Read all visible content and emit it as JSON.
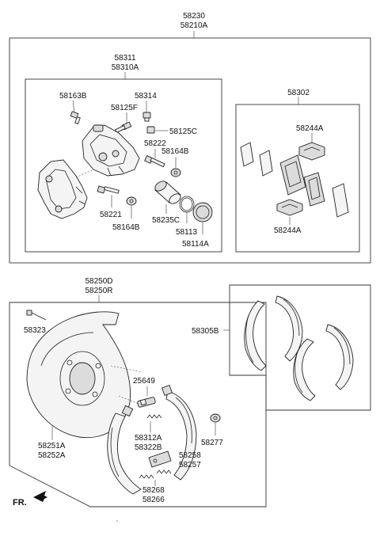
{
  "labels": {
    "assembly_top_1": "58230",
    "assembly_top_2": "58210A",
    "caliper_1": "58311",
    "caliper_2": "58310A",
    "bleeder_bolt": "58163B",
    "guide_pin_cap": "58314",
    "guide_bolt_top": "58125F",
    "guide_bolt_right": "58125C",
    "guide_rod": "58222",
    "boot_right": "58164B",
    "guide_rod_lower": "58221",
    "boot_lower": "58164B",
    "piston": "58235C",
    "piston_seal": "58113",
    "piston_boot": "58114A",
    "pad_kit": "58302",
    "pad_clip_top": "58244A",
    "pad_clip_bottom": "58244A",
    "plate_assy_1": "58250D",
    "plate_assy_2": "58250R",
    "plate_bolt": "58323",
    "backing_plate_1": "58251A",
    "backing_plate_2": "58252A",
    "adjuster": "25649",
    "spring_upper_1": "58312A",
    "spring_upper_2": "58322B",
    "lever_1": "58258",
    "lever_2": "58257",
    "washer": "58277",
    "spring_lower_1": "58268",
    "spring_lower_2": "58266",
    "shoe_kit": "58305B",
    "front_marker": "FR."
  }
}
